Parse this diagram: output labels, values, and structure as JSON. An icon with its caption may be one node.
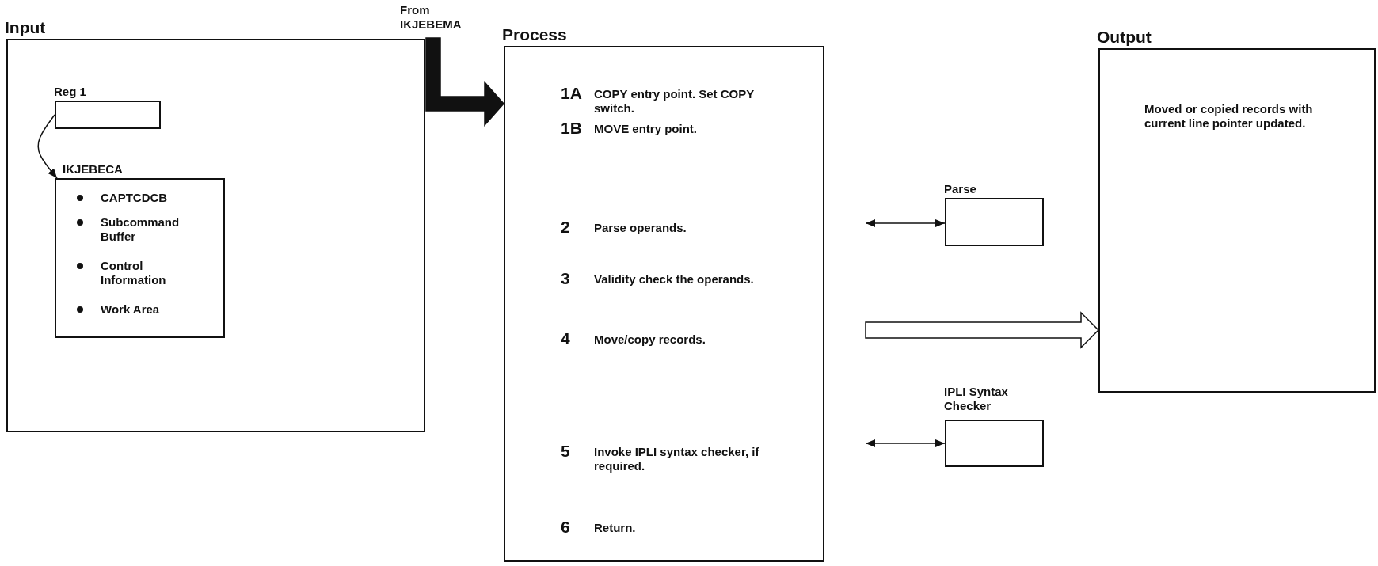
{
  "diagram": {
    "nodes": [
      {
        "text": [
          "Input"
        ]
      },
      {
        "text": [
          "Reg 1"
        ],
        "in": 0
      },
      {
        "text": [
          "IKJEBECA",
          "CAPTCDCB",
          "Subcommand Buffer",
          "Control Information",
          "Work Area"
        ],
        "in": 0
      },
      {
        "text": [
          "From IKJEBEMA"
        ]
      },
      {
        "text": [
          "Process",
          "1A",
          "COPY entry point. Set COPY switch.",
          "1B",
          "MOVE entry point.",
          "2",
          "Parse operands.",
          "3",
          "Validity check the operands.",
          "4",
          "Move/copy records.",
          "5",
          "Invoke IPLI syntax checker, if required.",
          "6",
          "Return."
        ]
      },
      {
        "text": [
          "Parse"
        ]
      },
      {
        "text": [
          "IPLI Syntax Checker"
        ]
      },
      {
        "text": [
          "Output",
          "Moved or copied records with current line pointer updated."
        ]
      }
    ],
    "edges": [
      {
        "from": 1,
        "to": 2,
        "arrow": "to"
      },
      {
        "from": 3,
        "to": 4,
        "arrow": "to",
        "style": "thick"
      },
      {
        "from": 4,
        "to": 5,
        "arrow": "both"
      },
      {
        "from": 4,
        "to": 7,
        "arrow": "to",
        "style": "thick",
        "color": "#ffffff"
      },
      {
        "from": 4,
        "to": 6,
        "arrow": "both"
      }
    ]
  }
}
